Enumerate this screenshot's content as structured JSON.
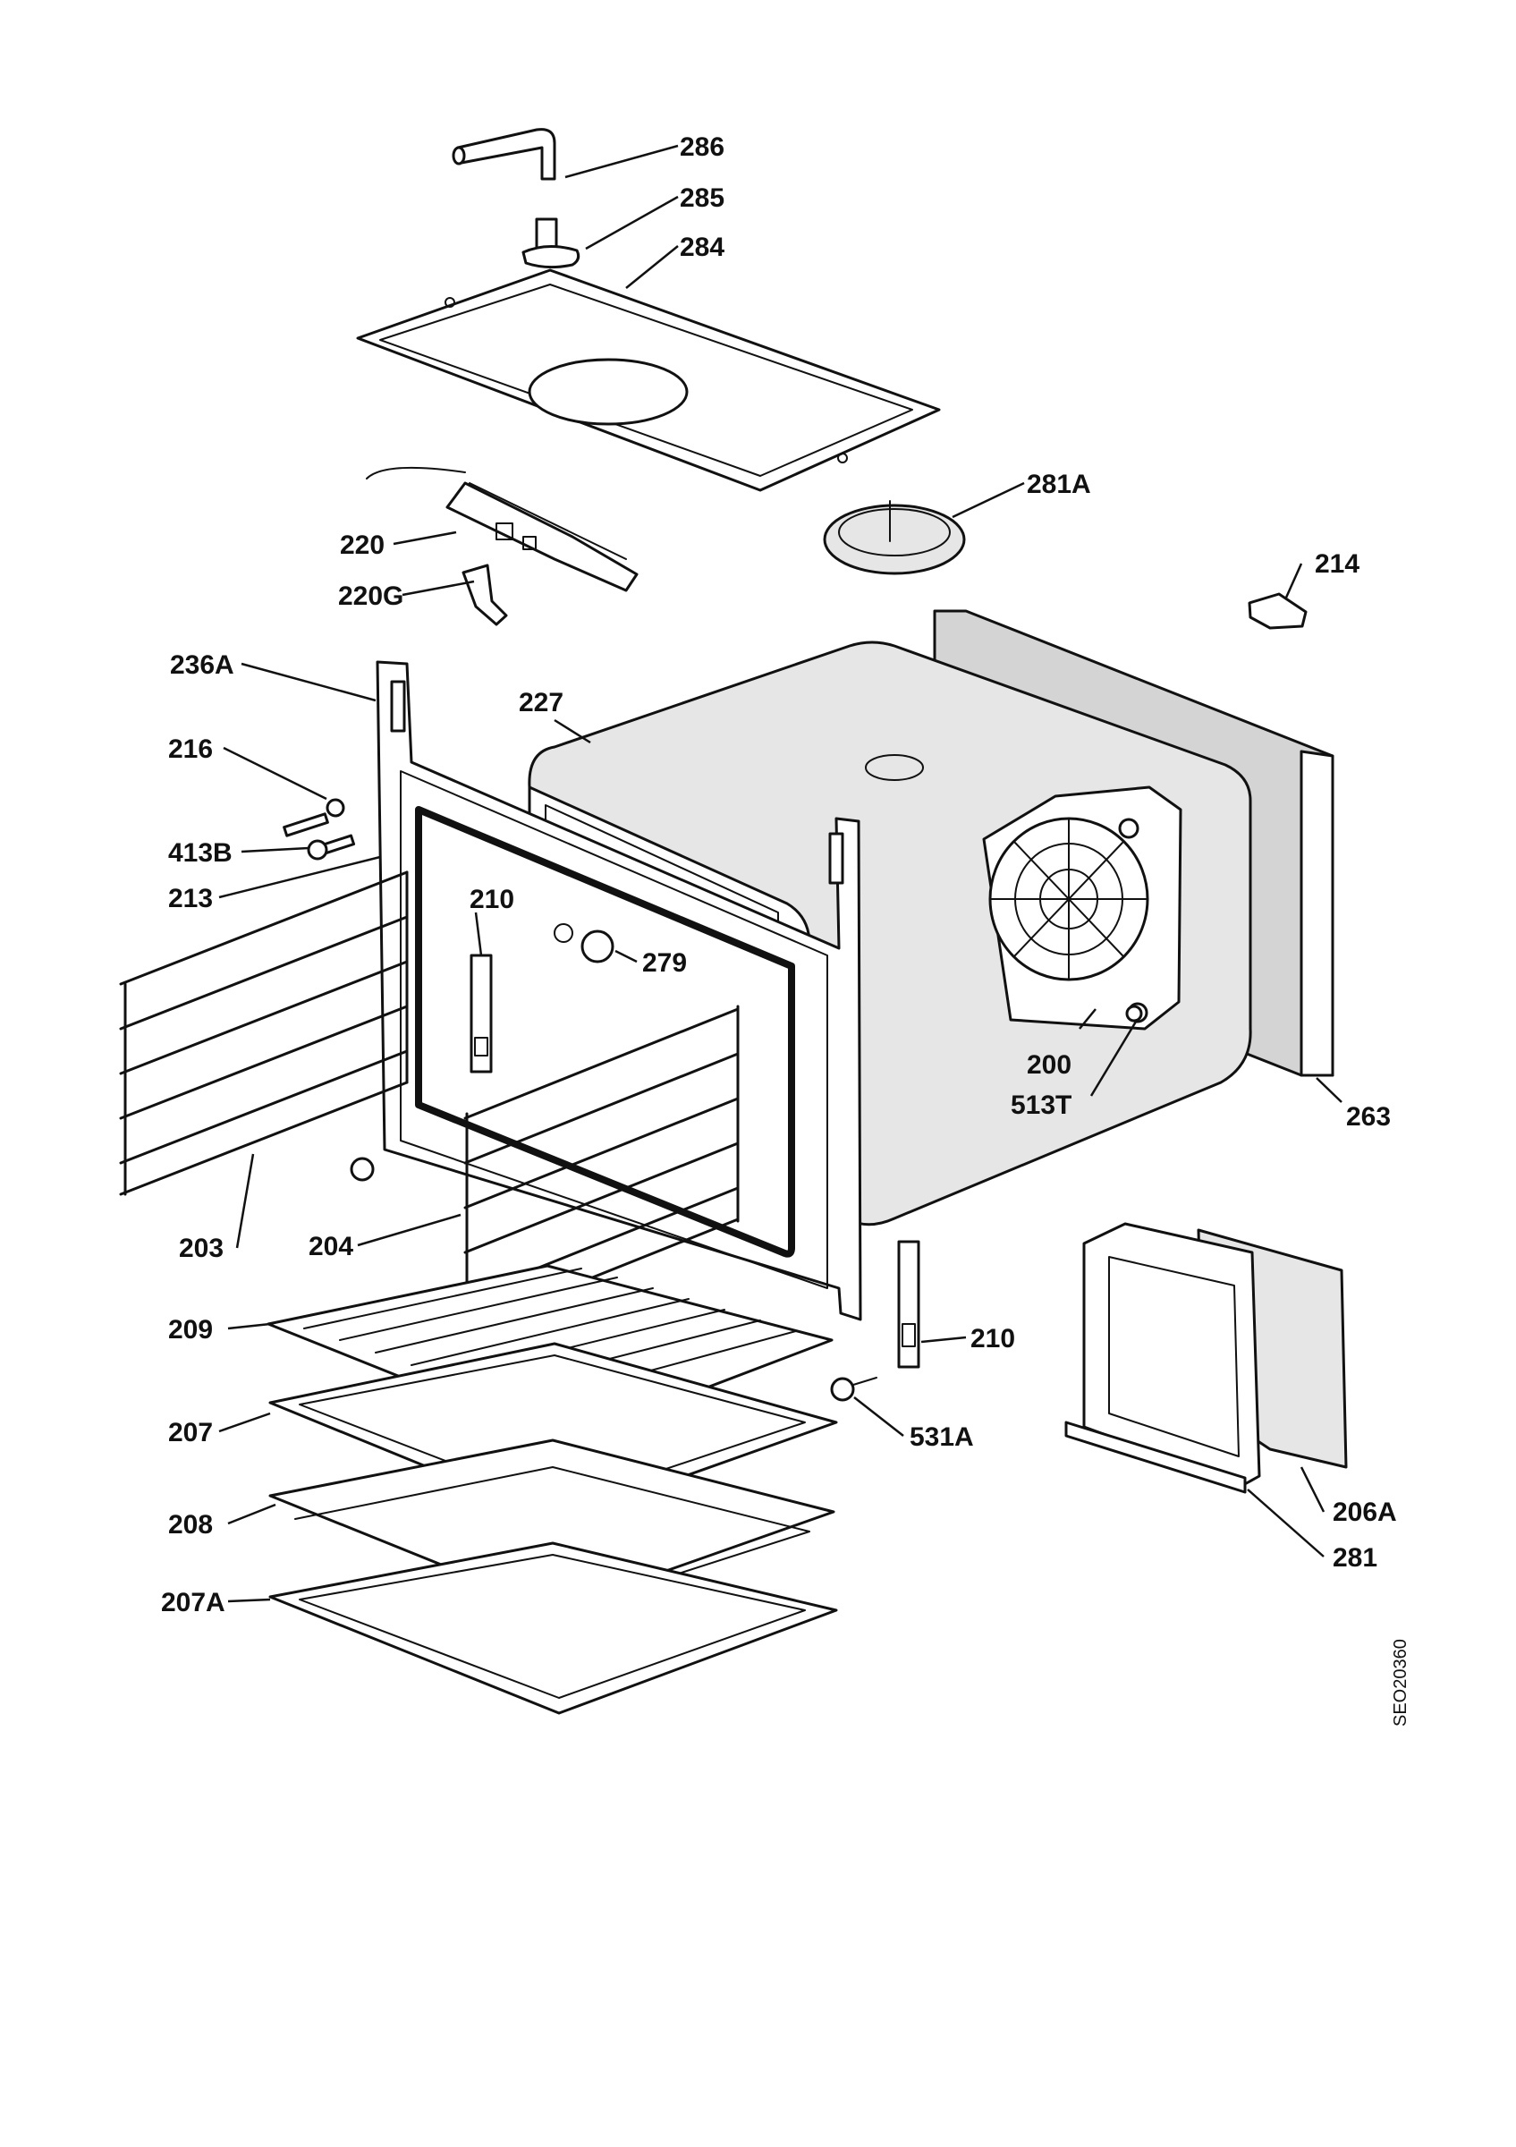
{
  "drawing_ref": "SEO20360",
  "callouts": {
    "c286": "286",
    "c285": "285",
    "c284": "284",
    "c281A": "281A",
    "c220": "220",
    "c220G": "220G",
    "c214": "214",
    "c236A": "236A",
    "c227": "227",
    "c216": "216",
    "c413B": "413B",
    "c213": "213",
    "c210a": "210",
    "c279": "279",
    "c200": "200",
    "c513T": "513T",
    "c263": "263",
    "c203": "203",
    "c204": "204",
    "c209": "209",
    "c210b": "210",
    "c207": "207",
    "c531A": "531A",
    "c208": "208",
    "c206A": "206A",
    "c281": "281",
    "c207A": "207A"
  }
}
